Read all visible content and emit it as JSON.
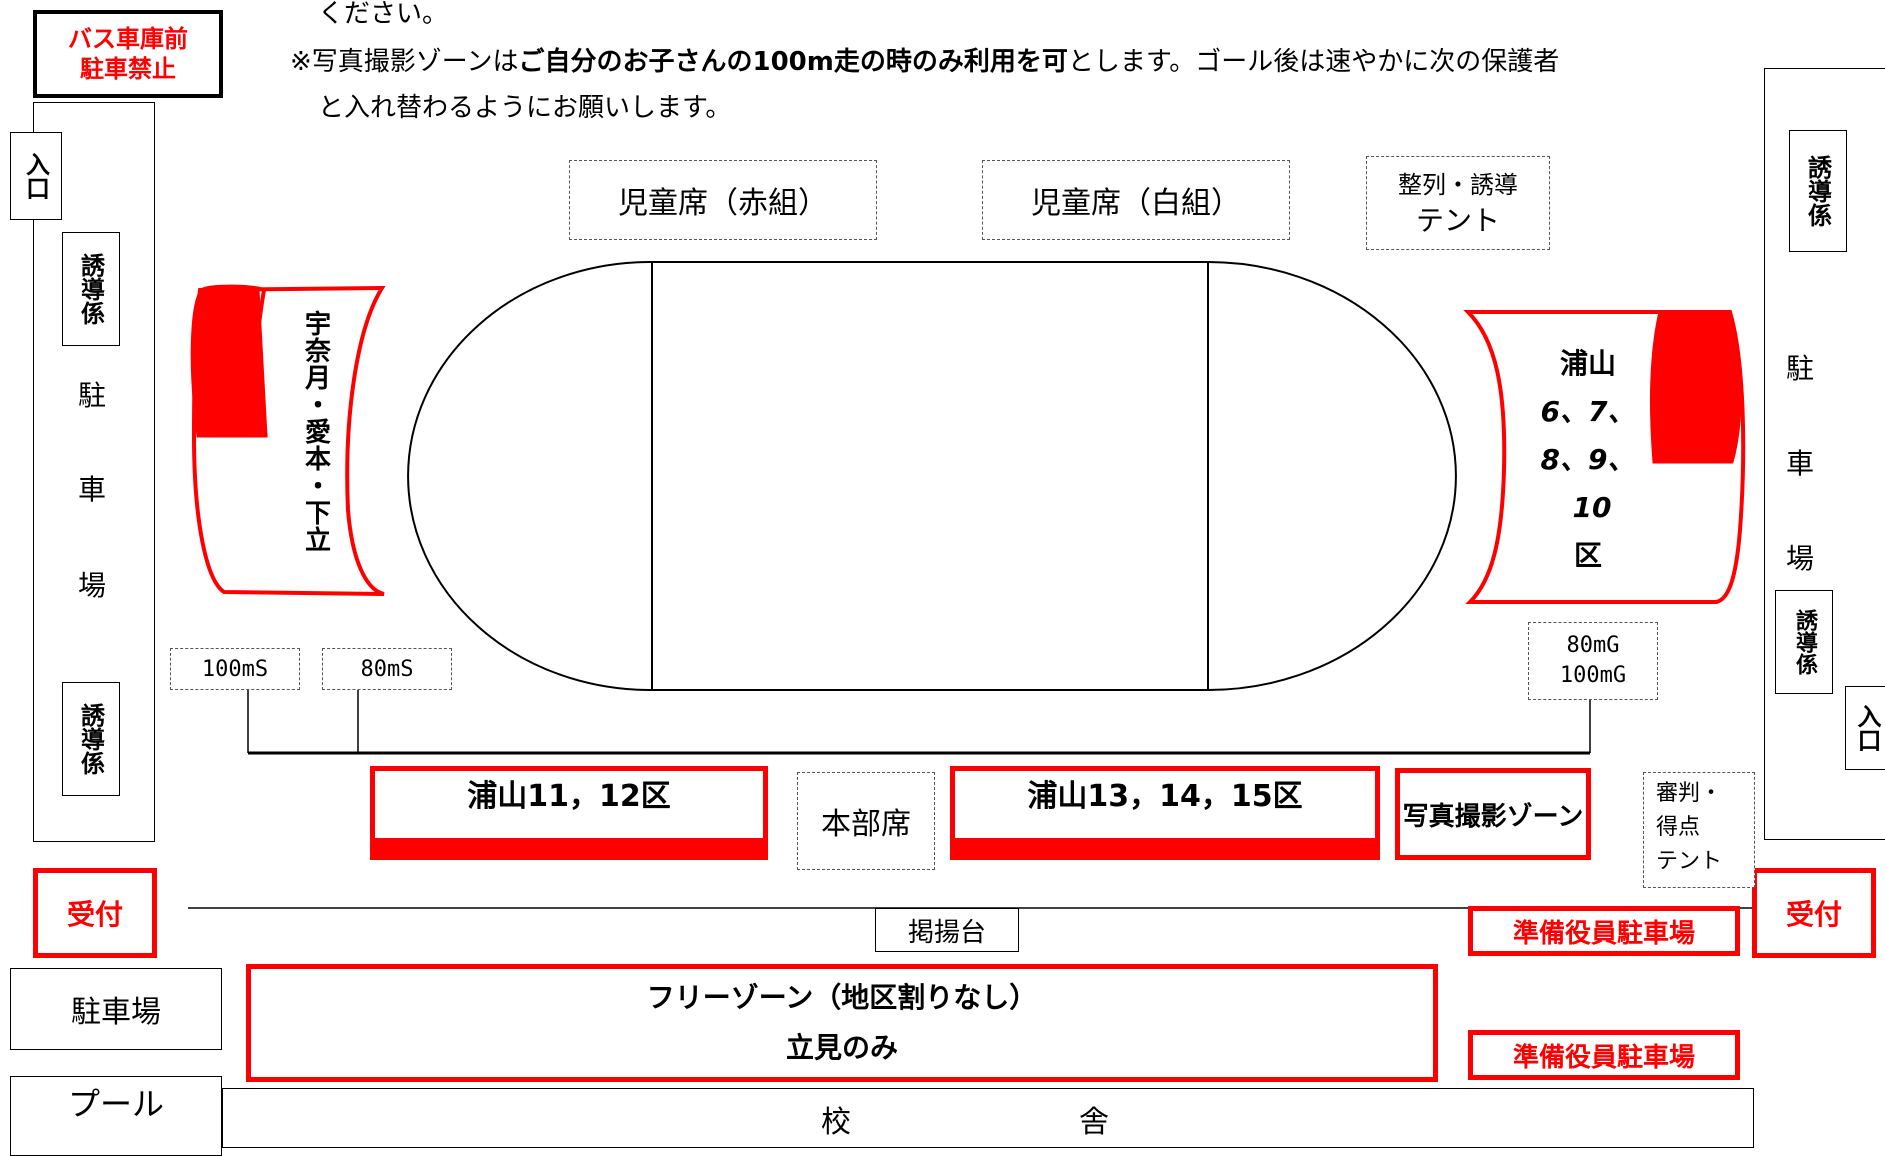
{
  "notice": {
    "line0": "ください。",
    "prefix": "※写真撮影ゾーンは",
    "emphasis": "ご自分のお子さんの100m走の時のみ利用を可",
    "suffix": "とします。ゴール後は速やかに次の保護者",
    "line2": "と入れ替わるようにお願いします。"
  },
  "bus_no_parking": {
    "line1": "バス車庫前",
    "line2": "駐車禁止"
  },
  "left": {
    "entrance": "入口",
    "guide_top": "誘導係",
    "parking_1": "駐",
    "parking_2": "車",
    "parking_3": "場",
    "guide_bottom": "誘導係",
    "reception": "受付",
    "parking_lot": "駐車場",
    "pool": "プール"
  },
  "right": {
    "guide_top": "誘導係",
    "parking_1": "駐",
    "parking_2": "車",
    "parking_3": "場",
    "guide_bottom": "誘導係",
    "entrance": "入口",
    "reception": "受付"
  },
  "top": {
    "seat_red": "児童席（赤組）",
    "seat_white": "児童席（白組）",
    "tent_line1": "整列・誘導",
    "tent_line2": "テント"
  },
  "tent_left_label": "宇奈月・愛本・下立",
  "tent_right": {
    "line1": "浦山",
    "line2": "6、7、",
    "line3": "8、9、",
    "line4": "10",
    "line5": "区"
  },
  "markers": {
    "start_100": "100mS",
    "start_80": "80mS",
    "goal_80": "80mG",
    "goal_100": "100mG"
  },
  "bottom_zones": {
    "urayama_11_12": "浦山11，12区",
    "hq": "本部席",
    "urayama_13_15": "浦山13，14，15区",
    "photo_zone": "写真撮影ゾーン",
    "judge_1": "審判・",
    "judge_2": "得点",
    "judge_3": "テント",
    "flag_pole": "掲揚台",
    "staff_parking_1": "準備役員駐車場",
    "staff_parking_2": "準備役員駐車場",
    "free_zone_1": "フリーゾーン（地区割りなし）",
    "free_zone_2": "立見のみ",
    "school_1": "校",
    "school_2": "舎"
  },
  "colors": {
    "accent": "#ff0000",
    "line": "#000000"
  }
}
